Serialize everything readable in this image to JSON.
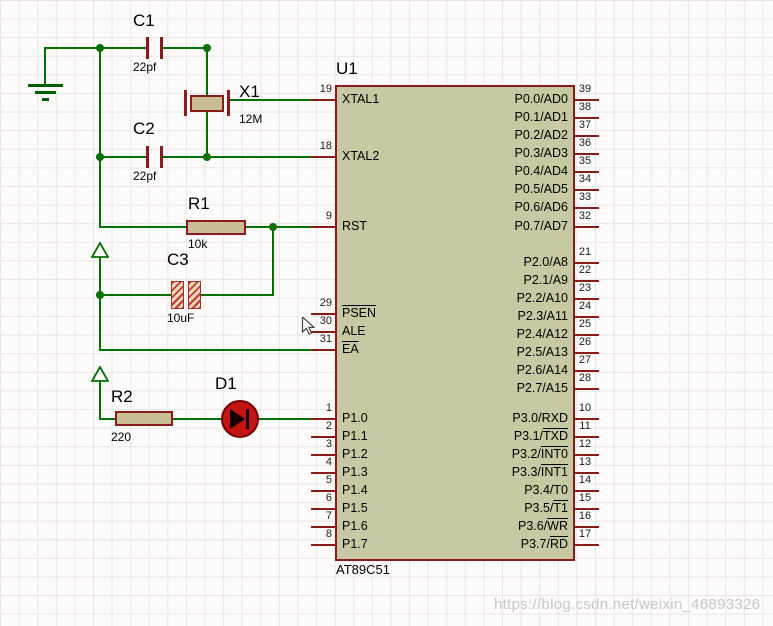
{
  "watermark": "https://blog.csdn.net/weixin_46893326",
  "colors": {
    "wire": "#007000",
    "component_outline": "#8a1b1b",
    "chip_fill": "#c8c8a2",
    "led_fill": "#c41414"
  },
  "chip": {
    "ref": "U1",
    "part": "AT89C51",
    "left_pins": [
      {
        "num": "19",
        "pre": "XTAL1",
        "bar": ""
      },
      {
        "num": "18",
        "pre": "XTAL2",
        "bar": ""
      },
      {
        "num": "9",
        "pre": "RST",
        "bar": ""
      },
      {
        "num": "29",
        "pre": "",
        "bar": "PSEN"
      },
      {
        "num": "30",
        "pre": "ALE",
        "bar": ""
      },
      {
        "num": "31",
        "pre": "",
        "bar": "EA"
      },
      {
        "num": "1",
        "pre": "P1.0",
        "bar": ""
      },
      {
        "num": "2",
        "pre": "P1.1",
        "bar": ""
      },
      {
        "num": "3",
        "pre": "P1.2",
        "bar": ""
      },
      {
        "num": "4",
        "pre": "P1.3",
        "bar": ""
      },
      {
        "num": "5",
        "pre": "P1.4",
        "bar": ""
      },
      {
        "num": "6",
        "pre": "P1.5",
        "bar": ""
      },
      {
        "num": "7",
        "pre": "P1.6",
        "bar": ""
      },
      {
        "num": "8",
        "pre": "P1.7",
        "bar": ""
      }
    ],
    "right_pins": [
      {
        "num": "39",
        "pre": "P0.0/AD0",
        "bar": ""
      },
      {
        "num": "38",
        "pre": "P0.1/AD1",
        "bar": ""
      },
      {
        "num": "37",
        "pre": "P0.2/AD2",
        "bar": ""
      },
      {
        "num": "36",
        "pre": "P0.3/AD3",
        "bar": ""
      },
      {
        "num": "35",
        "pre": "P0.4/AD4",
        "bar": ""
      },
      {
        "num": "34",
        "pre": "P0.5/AD5",
        "bar": ""
      },
      {
        "num": "33",
        "pre": "P0.6/AD6",
        "bar": ""
      },
      {
        "num": "32",
        "pre": "P0.7/AD7",
        "bar": ""
      },
      {
        "num": "21",
        "pre": "P2.0/A8",
        "bar": ""
      },
      {
        "num": "22",
        "pre": "P2.1/A9",
        "bar": ""
      },
      {
        "num": "23",
        "pre": "P2.2/A10",
        "bar": ""
      },
      {
        "num": "24",
        "pre": "P2.3/A11",
        "bar": ""
      },
      {
        "num": "25",
        "pre": "P2.4/A12",
        "bar": ""
      },
      {
        "num": "26",
        "pre": "P2.5/A13",
        "bar": ""
      },
      {
        "num": "27",
        "pre": "P2.6/A14",
        "bar": ""
      },
      {
        "num": "28",
        "pre": "P2.7/A15",
        "bar": ""
      },
      {
        "num": "10",
        "pre": "P3.0/RXD",
        "bar": ""
      },
      {
        "num": "11",
        "pre": "P3.1/",
        "bar": "TXD"
      },
      {
        "num": "12",
        "pre": "P3.2/",
        "bar": "INT0"
      },
      {
        "num": "13",
        "pre": "P3.3/",
        "bar": "INT1"
      },
      {
        "num": "14",
        "pre": "P3.4/T0",
        "bar": ""
      },
      {
        "num": "15",
        "pre": "P3.5/",
        "bar": "T1"
      },
      {
        "num": "16",
        "pre": "P3.6/",
        "bar": "WR"
      },
      {
        "num": "17",
        "pre": "P3.7/",
        "bar": "RD"
      }
    ]
  },
  "components": {
    "c1": {
      "ref": "C1",
      "value": "22pf"
    },
    "c2": {
      "ref": "C2",
      "value": "22pf"
    },
    "x1": {
      "ref": "X1",
      "value": "12M"
    },
    "r1": {
      "ref": "R1",
      "value": "10k"
    },
    "c3": {
      "ref": "C3",
      "value": "10uF"
    },
    "r2": {
      "ref": "R2",
      "value": "220"
    },
    "d1": {
      "ref": "D1"
    }
  }
}
